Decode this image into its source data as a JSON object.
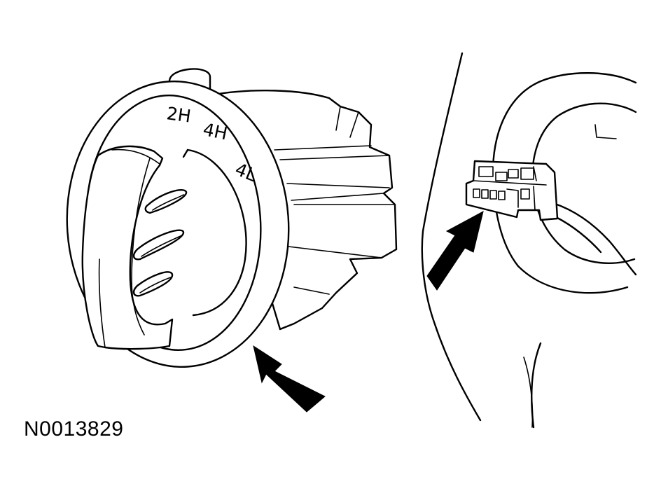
{
  "figure": {
    "id": "N0013829"
  },
  "switch": {
    "positions": [
      "2H",
      "4H",
      "4L"
    ]
  }
}
